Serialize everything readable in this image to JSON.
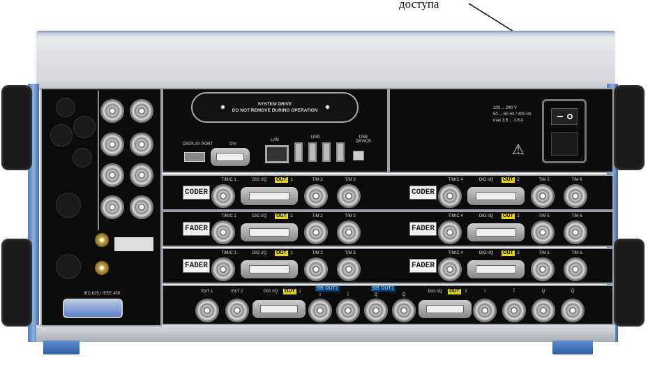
{
  "annotation": {
    "text": "доступа"
  },
  "system_drive": {
    "line1": "SYSTEM DRIVE",
    "line2": "DO NOT REMOVE DURING OPERATION"
  },
  "ports": {
    "display_port": "DISPLAY PORT",
    "dvi": "DVI",
    "lan": "LAN",
    "usb": "USB",
    "usb_device": "USB DEVICE"
  },
  "power": {
    "voltage": "100 ... 240 V",
    "frequency": "50 ... 60 Hz / 400 Hz",
    "current": "max 3.5 ... 1.6 A"
  },
  "left_panel": {
    "gpib": "IEC 625 / IEEE 488"
  },
  "slots": [
    {
      "left": {
        "name": "CODER",
        "c1": "T/M/C 1",
        "dig": "DIG I/Q",
        "out": "OUT",
        "n": "1",
        "c2": "T/M 2",
        "c3": "T/M 3"
      },
      "right": {
        "name": "CODER",
        "c1": "T/M/C 4",
        "dig": "DIG I/Q",
        "out": "OUT",
        "n": "2",
        "c2": "T/M 5",
        "c3": "T/M 6"
      }
    },
    {
      "left": {
        "name": "FADER",
        "c1": "T/M/C 1",
        "dig": "DIG I/Q",
        "out": "OUT",
        "n": "1",
        "c2": "T/M 2",
        "c3": "T/M 3"
      },
      "right": {
        "name": "FADER",
        "c1": "T/M/C 4",
        "dig": "DIG I/Q",
        "out": "OUT",
        "n": "2",
        "c2": "T/M 5",
        "c3": "T/M 6"
      }
    },
    {
      "left": {
        "name": "FADER",
        "c1": "T/M/C 1",
        "dig": "DIG I/Q",
        "out": "OUT",
        "n": "1",
        "c2": "T/M 2",
        "c3": "T/M 3"
      },
      "right": {
        "name": "FADER",
        "c1": "T/M/C 4",
        "dig": "DIG I/Q",
        "out": "OUT",
        "n": "2",
        "c2": "T/M 5",
        "c3": "T/M 6"
      }
    }
  ],
  "bottom_slot": {
    "ext1": "EXT 1",
    "ext2": "EXT 2",
    "dig1": "DIG I/Q",
    "out1": "OUT",
    "n1": "1",
    "i": "I",
    "bb_out1": "BB OUT1",
    "ibar": "Ī",
    "q": "Q",
    "bb_out2": "BB OUT1",
    "qbar": "Q̄",
    "dig2": "DIG I/Q",
    "out2": "OUT",
    "n2": "2",
    "r1": "I",
    "r2": "Ī",
    "r3": "Q",
    "r4": "Q̄"
  },
  "colors": {
    "chassis_blue": "#4d78b5",
    "panel": "#0c0c0c",
    "out_tag": "#e8d400",
    "dig_tag": "#1a8fa0"
  }
}
